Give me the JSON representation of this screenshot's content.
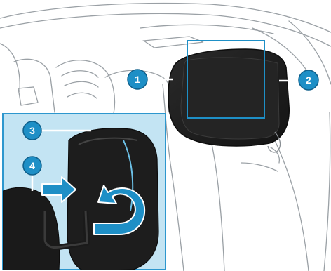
{
  "colors": {
    "accent": "#1E8FC6",
    "accent_dark": "#0F5F8A",
    "inset_bg": "#BFE3F3",
    "inset_border": "#2D97CE",
    "headrest_fill": "#1C1C1C",
    "line_art": "#8A8F94"
  },
  "callouts": [
    {
      "id": "1",
      "label": "1"
    },
    {
      "id": "2",
      "label": "2"
    },
    {
      "id": "3",
      "label": "3"
    },
    {
      "id": "4",
      "label": "4"
    }
  ],
  "icons": {
    "push_arrow": "right-arrow-icon",
    "rotate_arrow": "rotate-arrow-icon"
  }
}
